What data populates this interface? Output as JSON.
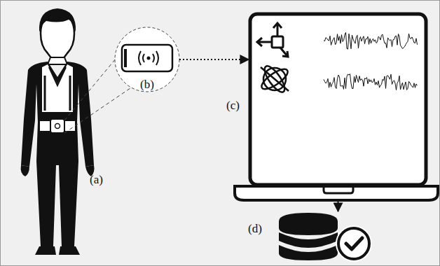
{
  "diagram": {
    "nodes": [
      {
        "text": [
          "(b)"
        ]
      },
      {
        "text": [
          "(c)"
        ]
      },
      {
        "text": [
          "(d)"
        ]
      }
    ],
    "edges": [
      {
        "from": 0,
        "to": 1,
        "arrow": "to"
      },
      {
        "from": 1,
        "to": 2,
        "arrow": "to"
      }
    ],
    "labels": [
      "(a)"
    ]
  }
}
